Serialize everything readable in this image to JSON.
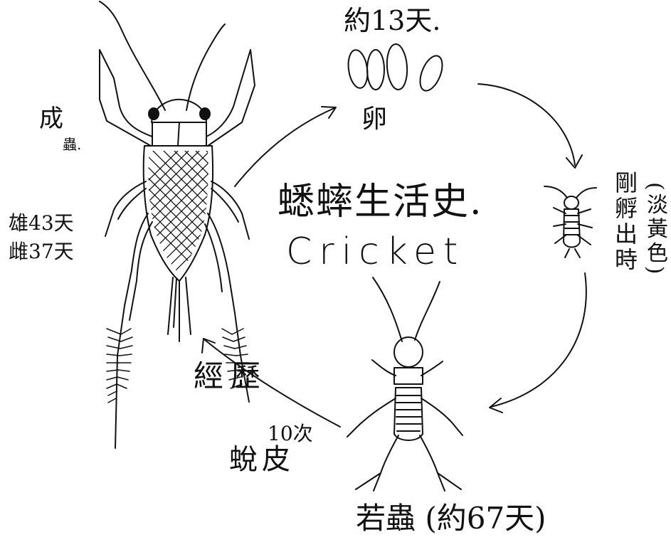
{
  "title": {
    "zh": "蟋蟀生活史.",
    "en": "Cricket"
  },
  "stages": {
    "egg": {
      "label": "卵",
      "duration": "約13天."
    },
    "hatchling": {
      "label": "剛孵出時",
      "note": "(淡黃色)"
    },
    "nymph": {
      "label": "若蟲 (約67天)"
    },
    "adult": {
      "label": "成",
      "sub_label": "蟲.",
      "male_duration": "雄43天",
      "female_duration": "雌37天"
    }
  },
  "molting": {
    "label": "經歷",
    "count": "10次",
    "sub_label": "蛻皮"
  },
  "icons": [
    "adult-cricket-drawing",
    "egg-drawing",
    "hatchling-drawing",
    "nymph-drawing",
    "cycle-arrow"
  ],
  "colors": {
    "ink": "#111111",
    "paper": "#ffffff"
  }
}
